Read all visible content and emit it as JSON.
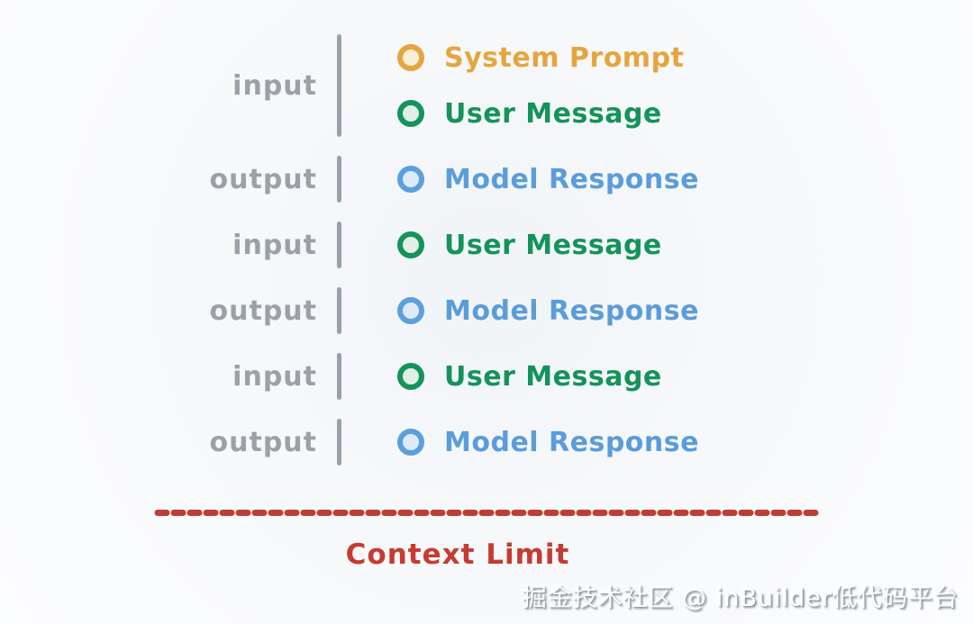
{
  "groups": [
    {
      "label": "input",
      "rows": [
        {
          "type": "system",
          "text": "System Prompt"
        },
        {
          "type": "user",
          "text": "User Message"
        }
      ]
    },
    {
      "label": "output",
      "rows": [
        {
          "type": "model",
          "text": "Model Response"
        }
      ]
    },
    {
      "label": "input",
      "rows": [
        {
          "type": "user",
          "text": "User Message"
        }
      ]
    },
    {
      "label": "output",
      "rows": [
        {
          "type": "model",
          "text": "Model Response"
        }
      ]
    },
    {
      "label": "input",
      "rows": [
        {
          "type": "user",
          "text": "User Message"
        }
      ]
    },
    {
      "label": "output",
      "rows": [
        {
          "type": "model",
          "text": "Model Response"
        }
      ]
    }
  ],
  "context_limit": {
    "label": "Context Limit",
    "line_color": "#bd3e35",
    "text_color": "#c63b30"
  },
  "watermark": {
    "text": "掘金技术社区 @ inBuilder低代码平台"
  },
  "colors": {
    "background": "#f7fafc",
    "io_label_gray": "#9aa1a7",
    "bar_gray": "#99a1a8",
    "system_prompt_orange": "#e5a63f",
    "user_message_green": "#14935a",
    "model_response_blue": "#5b9cda"
  }
}
